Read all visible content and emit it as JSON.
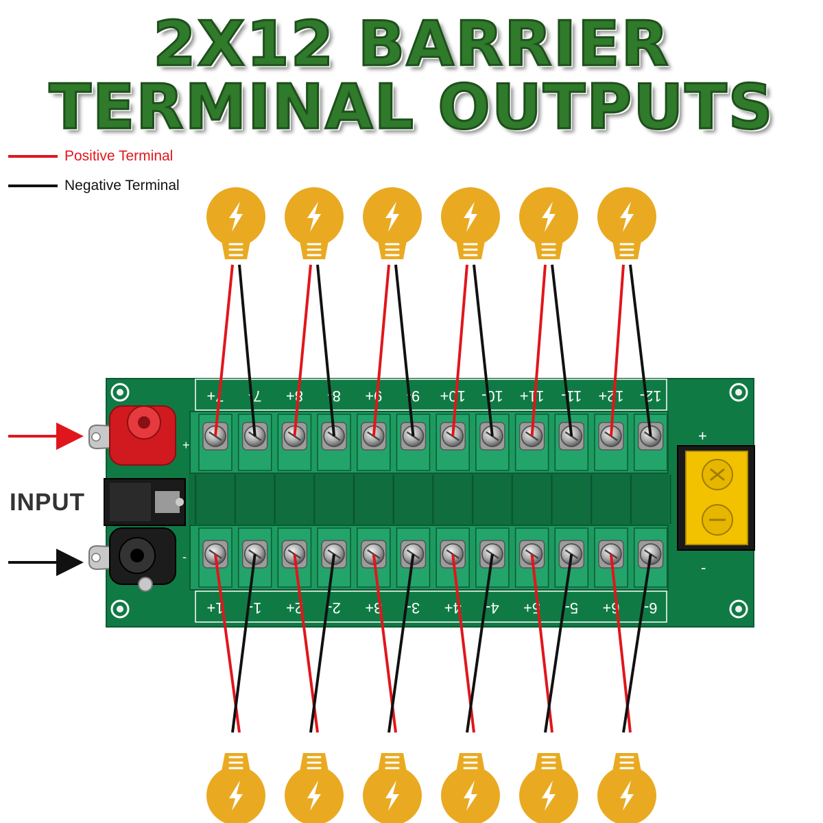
{
  "title": {
    "line1": "2X12 BARRIER",
    "line2": "TERMINAL OUTPUTS"
  },
  "legend": {
    "positive": {
      "label": "Positive Terminal",
      "color": "#e0161c"
    },
    "negative": {
      "label": "Negative Terminal",
      "color": "#111111"
    }
  },
  "input_label": "INPUT",
  "board": {
    "color": "#107a45",
    "plus_symbol": "+",
    "minus_symbol": "-",
    "top_labels": [
      "7+",
      "7-",
      "8+",
      "8-",
      "9+",
      "9-",
      "10+",
      "10-",
      "11+",
      "11-",
      "12+",
      "12-"
    ],
    "bottom_labels": [
      "1+",
      "1-",
      "2+",
      "2-",
      "3+",
      "3-",
      "4+",
      "4-",
      "5+",
      "5-",
      "6+",
      "6-"
    ],
    "top_outputs": 6,
    "bottom_outputs": 6
  },
  "colors": {
    "bulb": "#e9aa22",
    "wire_positive": "#e0161c",
    "wire_negative": "#111111",
    "terminal_block": "#23a46a",
    "fuse_holder": "#f2c200"
  },
  "icons": {
    "bulb": "light-bulb-icon",
    "bolt": "lightning-bolt-icon"
  }
}
